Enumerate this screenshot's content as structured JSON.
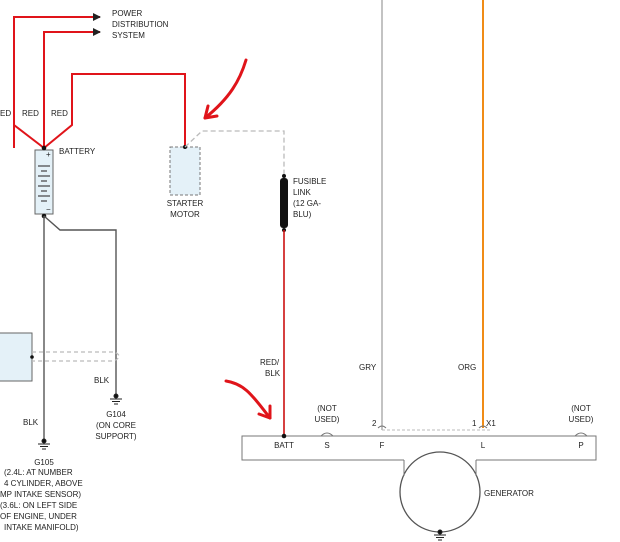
{
  "colors": {
    "red": "#e0141a",
    "dark_red": "#cc1111",
    "gray_wire": "#b4b4b4",
    "orange_wire": "#f08c16",
    "black_wire": "#555555",
    "component_fill": "#e4f1f8",
    "dashed": "#bbbbbb"
  },
  "labels": {
    "power_dist": [
      "POWER",
      "DISTRIBUTION",
      "SYSTEM"
    ],
    "red_left": "ED",
    "red_mid": "RED",
    "red_right": "RED",
    "battery": "BATTERY",
    "battery_plus": "+",
    "battery_minus": "−",
    "starter": [
      "STARTER",
      "MOTOR"
    ],
    "fusible": [
      "FUSIBLE",
      "LINK",
      "(12 GA-",
      "BLU)"
    ],
    "red_blk": [
      "RED/",
      "BLK"
    ],
    "gry": "GRY",
    "org": "ORG",
    "blk_g104": "BLK",
    "blk_g105": "BLK",
    "g104": [
      "G104",
      "(ON CORE",
      "SUPPORT)"
    ],
    "g105": [
      "G105",
      "(2.4L: AT NUMBER",
      "4 CYLINDER, ABOVE",
      "MP INTAKE SENSOR)",
      "(3.6L: ON LEFT SIDE",
      "OF ENGINE, UNDER",
      "INTAKE MANIFOLD)"
    ],
    "not_used_s": [
      "(NOT",
      "USED)"
    ],
    "not_used_p": [
      "(NOT",
      "USED)"
    ],
    "pin_f_num": "2",
    "pin_l_num": "1",
    "pin_l_conn": "X1",
    "term_batt": "BATT",
    "term_s": "S",
    "term_f": "F",
    "term_l": "L",
    "term_p": "P",
    "generator": "GENERATOR"
  }
}
